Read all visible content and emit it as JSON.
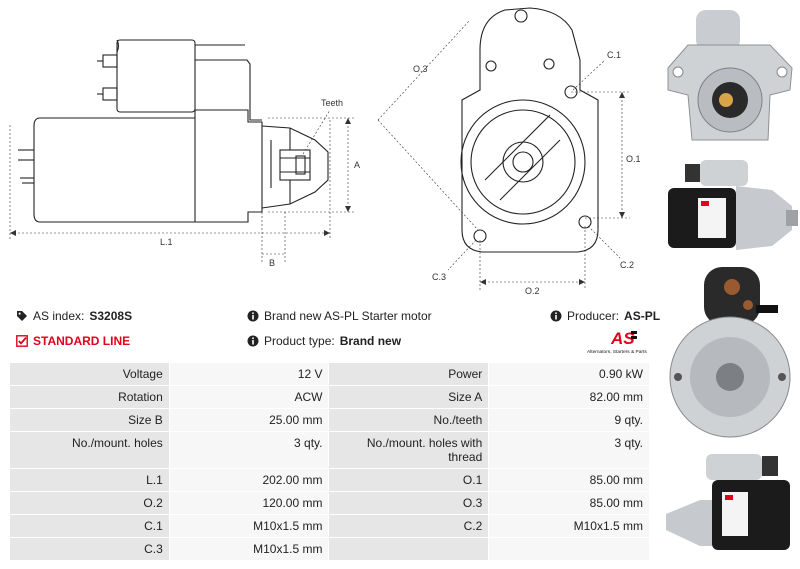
{
  "drawing": {
    "labels": {
      "teeth": "Teeth",
      "a": "A",
      "b": "B",
      "l1": "L.1",
      "o3": "O.3",
      "o1": "O.1",
      "o2": "O.2",
      "c1": "C.1",
      "c2": "C.2",
      "c3": "C.3"
    }
  },
  "info": {
    "as_index_label": "AS index:",
    "as_index_value": "S3208S",
    "description": "Brand new AS-PL Starter motor",
    "producer_label": "Producer:",
    "producer_value": "AS-PL",
    "standard_line": "STANDARD LINE",
    "product_type_label": "Product type:",
    "product_type_value": "Brand new"
  },
  "logo": {
    "mark": "AS",
    "tagline": "Alternators, Starters & Parts",
    "colors": {
      "red": "#e2001a",
      "black": "#111111"
    }
  },
  "specs": [
    [
      "Voltage",
      "12 V",
      "Power",
      "0.90 kW"
    ],
    [
      "Rotation",
      "ACW",
      "Size A",
      "82.00 mm"
    ],
    [
      "Size B",
      "25.00 mm",
      "No./teeth",
      "9 qty."
    ],
    [
      "No./mount. holes",
      "3 qty.",
      "No./mount. holes with thread",
      "3 qty."
    ],
    [
      "L.1",
      "202.00 mm",
      "O.1",
      "85.00 mm"
    ],
    [
      "O.2",
      "120.00 mm",
      "O.3",
      "85.00 mm"
    ],
    [
      "C.1",
      "M10x1.5 mm",
      "C.2",
      "M10x1.5 mm"
    ],
    [
      "C.3",
      "M10x1.5 mm",
      "",
      ""
    ]
  ]
}
